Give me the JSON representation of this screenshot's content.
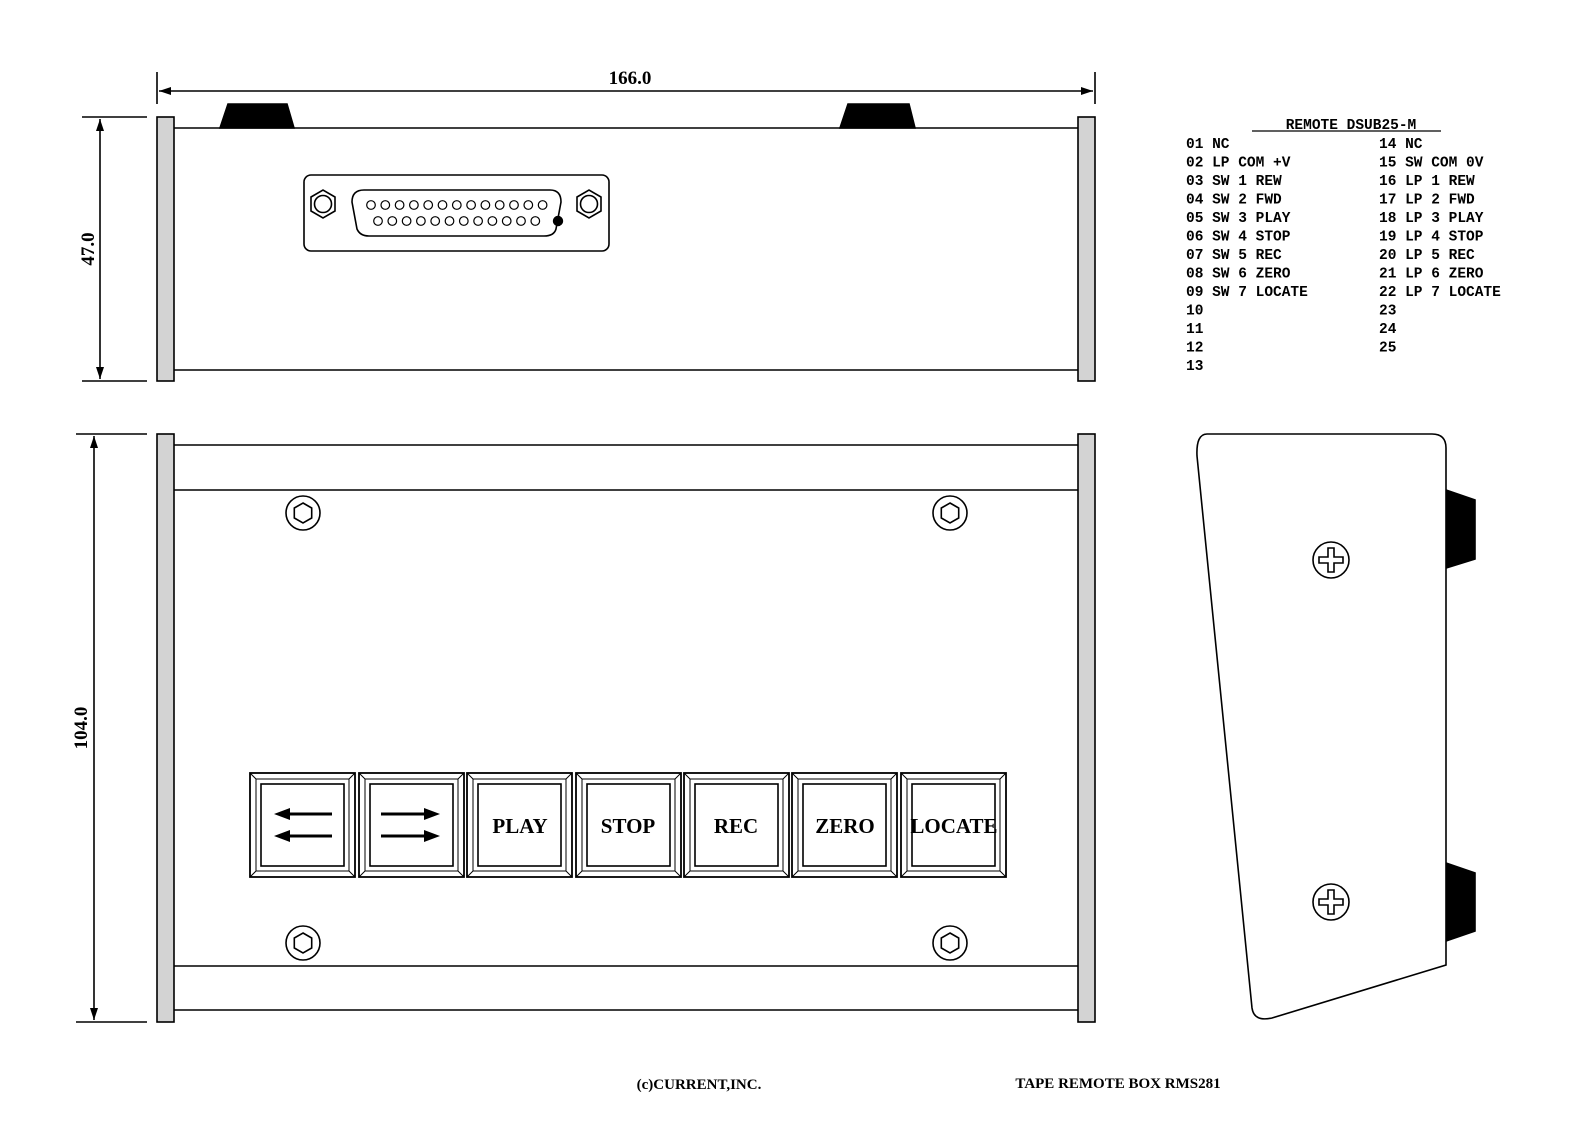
{
  "dimensions": {
    "width": "166.0",
    "height_side": "47.0",
    "height_top": "104.0"
  },
  "buttons": [
    {
      "icon": "rewind-arrows-icon",
      "label": ""
    },
    {
      "icon": "forward-arrows-icon",
      "label": ""
    },
    {
      "label": "PLAY"
    },
    {
      "label": "STOP"
    },
    {
      "label": "REC"
    },
    {
      "label": "ZERO"
    },
    {
      "label": "LOCATE"
    }
  ],
  "pinout": {
    "title": "REMOTE DSUB25-M",
    "left": [
      "01 NC",
      "02 LP COM +V",
      "03 SW 1 REW",
      "04 SW 2 FWD",
      "05 SW 3 PLAY",
      "06 SW 4 STOP",
      "07 SW 5 REC",
      "08 SW 6 ZERO",
      "09 SW 7 LOCATE",
      "10",
      "11",
      "12",
      "13"
    ],
    "right": [
      "14 NC",
      "15 SW COM 0V",
      "16 LP 1 REW",
      "17 LP 2 FWD",
      "18 LP 3 PLAY",
      "19 LP 4 STOP",
      "20 LP 5 REC",
      "21 LP 6 ZERO",
      "22 LP 7 LOCATE",
      "23",
      "24",
      "25"
    ]
  },
  "footer": {
    "copyright": "(c)CURRENT,INC.",
    "title": "TAPE REMOTE BOX RMS281"
  }
}
